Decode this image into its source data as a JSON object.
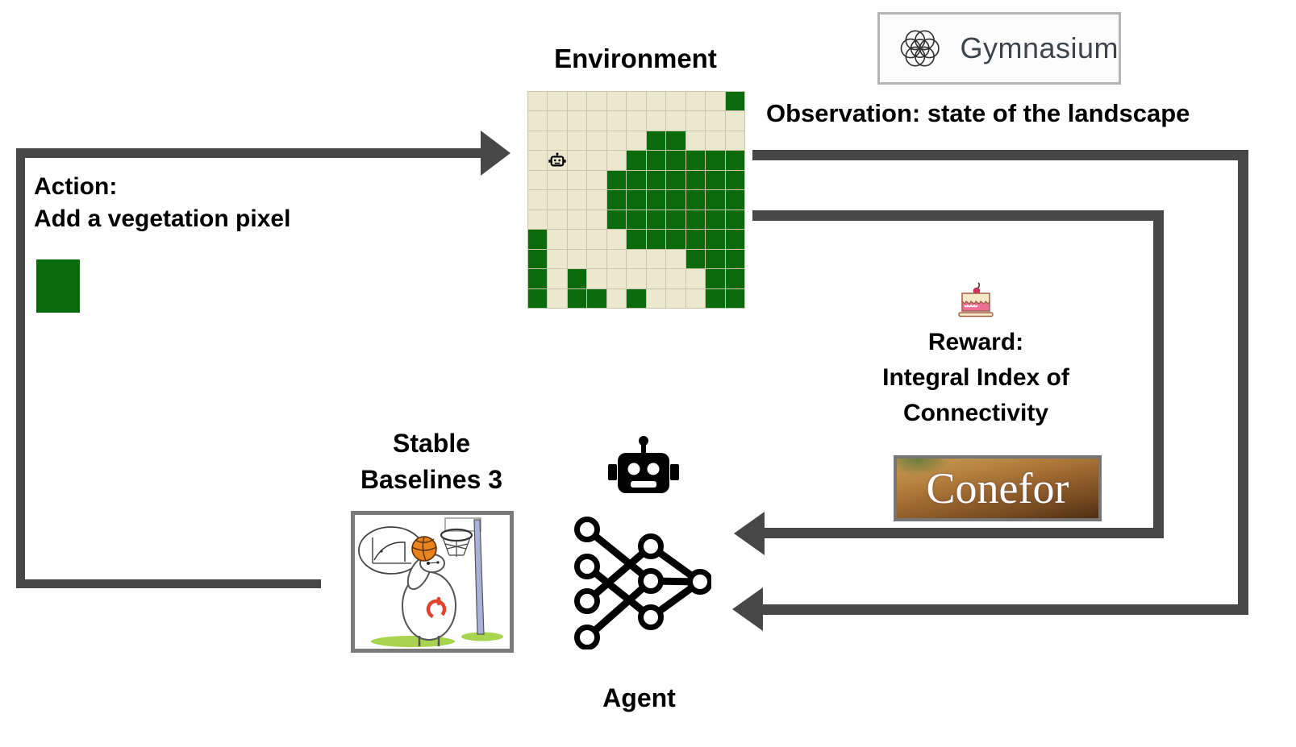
{
  "environment": {
    "title": "Environment",
    "grid": {
      "rows": 11,
      "cols": 11,
      "vegetation_cells": [
        [
          0,
          10
        ],
        [
          2,
          6
        ],
        [
          2,
          7
        ],
        [
          3,
          5
        ],
        [
          3,
          6
        ],
        [
          3,
          7
        ],
        [
          3,
          8
        ],
        [
          3,
          9
        ],
        [
          3,
          10
        ],
        [
          4,
          4
        ],
        [
          4,
          5
        ],
        [
          4,
          6
        ],
        [
          4,
          7
        ],
        [
          4,
          8
        ],
        [
          4,
          9
        ],
        [
          4,
          10
        ],
        [
          5,
          4
        ],
        [
          5,
          5
        ],
        [
          5,
          6
        ],
        [
          5,
          7
        ],
        [
          5,
          8
        ],
        [
          5,
          9
        ],
        [
          5,
          10
        ],
        [
          6,
          4
        ],
        [
          6,
          5
        ],
        [
          6,
          6
        ],
        [
          6,
          7
        ],
        [
          6,
          8
        ],
        [
          6,
          9
        ],
        [
          6,
          10
        ],
        [
          7,
          0
        ],
        [
          7,
          5
        ],
        [
          7,
          6
        ],
        [
          7,
          7
        ],
        [
          7,
          8
        ],
        [
          7,
          9
        ],
        [
          7,
          10
        ],
        [
          8,
          0
        ],
        [
          8,
          8
        ],
        [
          8,
          9
        ],
        [
          8,
          10
        ],
        [
          9,
          0
        ],
        [
          9,
          2
        ],
        [
          9,
          9
        ],
        [
          9,
          10
        ],
        [
          10,
          0
        ],
        [
          10,
          2
        ],
        [
          10,
          3
        ],
        [
          10,
          5
        ],
        [
          10,
          9
        ],
        [
          10,
          10
        ]
      ],
      "robot_cell": [
        3,
        1
      ]
    }
  },
  "gymnasium": {
    "label": "Gymnasium",
    "icon": "gymnasium-flower-icon"
  },
  "observation": {
    "label": "Observation: state of the landscape"
  },
  "action": {
    "line1": "Action:",
    "line2": "Add a vegetation pixel",
    "swatch": "vegetation-pixel"
  },
  "reward": {
    "icon": "cake-icon",
    "line1": "Reward:",
    "line2": "Integral Index of",
    "line3": "Connectivity"
  },
  "conefor": {
    "label": "Conefor"
  },
  "sb3": {
    "line1": "Stable",
    "line2": "Baselines 3",
    "image": "baymax-basketball-illustration"
  },
  "agent": {
    "label": "Agent",
    "icons": [
      "robot-icon",
      "neural-network-icon"
    ]
  },
  "colors": {
    "arrow": "#474747",
    "vegetation": "#0a6b0c",
    "soil": "#ece8cd",
    "gridline": "#c9c6ae",
    "gym_text": "#3f444b",
    "cake_pink": "#ec6f97",
    "conefor_wood": "#96622c"
  }
}
